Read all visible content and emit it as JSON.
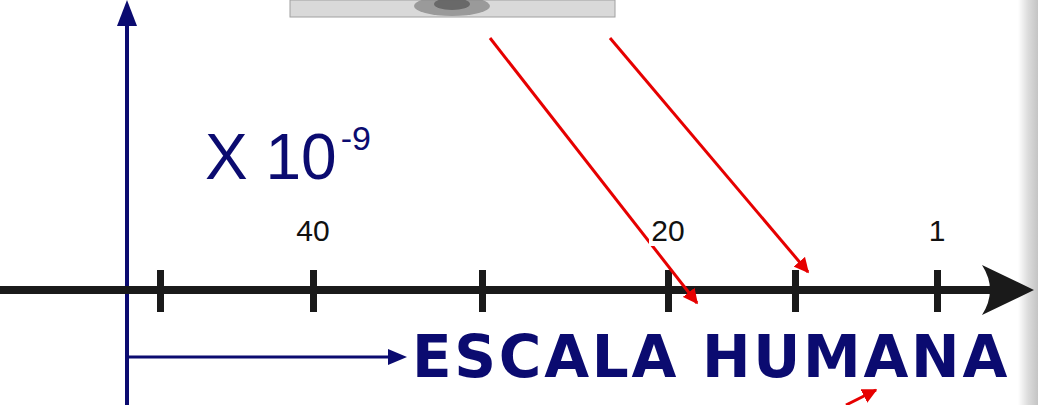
{
  "diagram": {
    "labels": [
      "X 10",
      "-9",
      "40",
      "20",
      "1",
      "ESCALA HUMANA"
    ]
  }
}
